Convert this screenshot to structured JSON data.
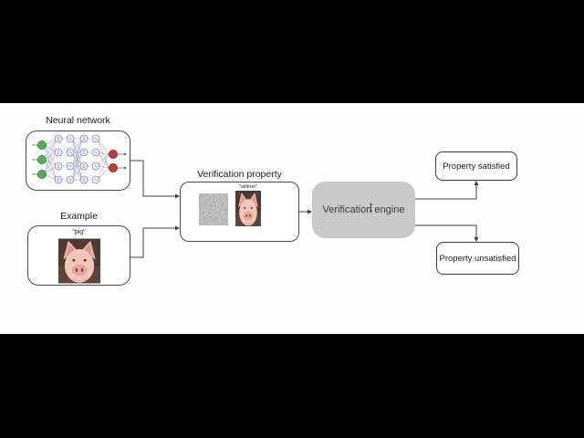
{
  "slide": {
    "neural_network": {
      "label": "Neural network"
    },
    "example": {
      "label": "Example",
      "caption": "\"pig\""
    },
    "verification_property": {
      "label": "Verification property",
      "caption": "\"airliner\""
    },
    "verification_engine": {
      "label": "Verification engine"
    },
    "outcomes": {
      "satisfied": "Property satisfied",
      "unsatisfied": "Property unsatisfied"
    }
  },
  "colors": {
    "letterbox_bar": "#000000",
    "slide_background": "#fefefe",
    "engine_fill": "#c9c9c9",
    "input_node_green": "#56ae4c",
    "output_node_red": "#c23b32",
    "hidden_node_fill": "#eef0fa",
    "hidden_node_stroke": "#8484be",
    "connector_line": "#404040"
  }
}
